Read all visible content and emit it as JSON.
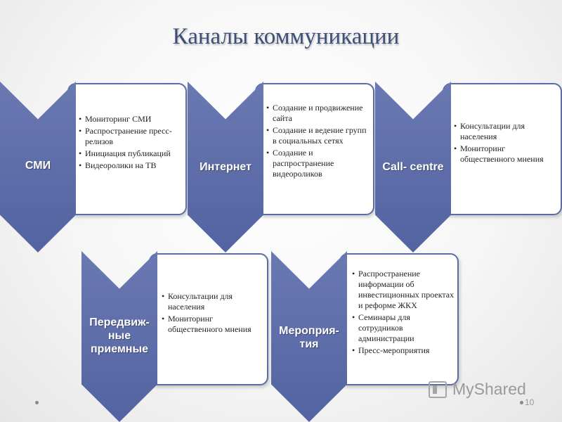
{
  "title": "Каналы коммуникации",
  "channels": [
    {
      "label": "СМИ",
      "items": [
        "Мониторинг СМИ",
        "Распространение пресс-релизов",
        "Инициация публикаций",
        "Видеоролики на ТВ"
      ]
    },
    {
      "label": "Интернет",
      "items": [
        "Создание и продвижение сайта",
        "Создание и ведение групп в социальных сетях",
        "Создание и распространение видеороликов"
      ]
    },
    {
      "label": "Call- centre",
      "items": [
        "Консультации для населения",
        "Мониторинг общественного мнения"
      ]
    },
    {
      "label_lines": [
        "Передвиж-",
        "ные",
        "приемные"
      ],
      "items": [
        "Консультации для населения",
        "Мониторинг общественного мнения"
      ]
    },
    {
      "label_lines": [
        "Мероприя-",
        "тия"
      ],
      "items": [
        "Распространение информации об инвестиционных проектах и реформе ЖКХ",
        "Семинары для сотрудников администрации",
        "Пресс-мероприятия"
      ]
    }
  ],
  "footer": {
    "watermark": "MyShared",
    "page_number": "10"
  },
  "colors": {
    "chevron": "#5b6ba6",
    "title": "#3e4f78",
    "box_border": "#5b6ca6"
  },
  "icons": [
    "myshared-logo-icon"
  ]
}
